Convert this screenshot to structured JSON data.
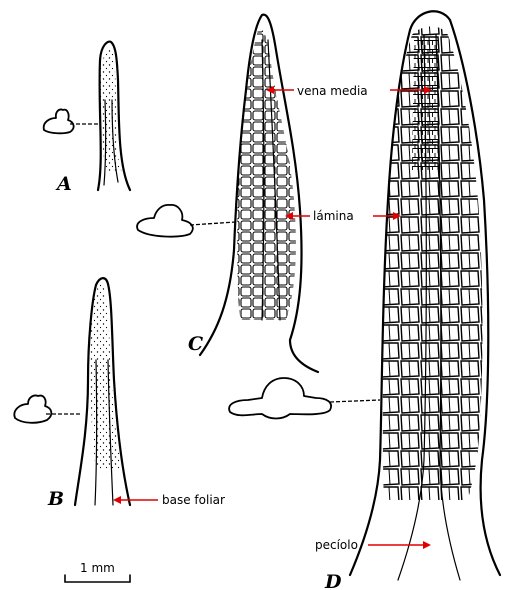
{
  "panels": {
    "a": "A",
    "b": "B",
    "c": "C",
    "d": "D"
  },
  "annotations": {
    "vena_media": "vena media",
    "lamina": "lámina",
    "base_foliar": "base foliar",
    "peciolo": "pecíolo"
  },
  "scale_bar": {
    "label": "1 mm"
  },
  "colors": {
    "arrow": "#e00000",
    "ink": "#000000"
  }
}
